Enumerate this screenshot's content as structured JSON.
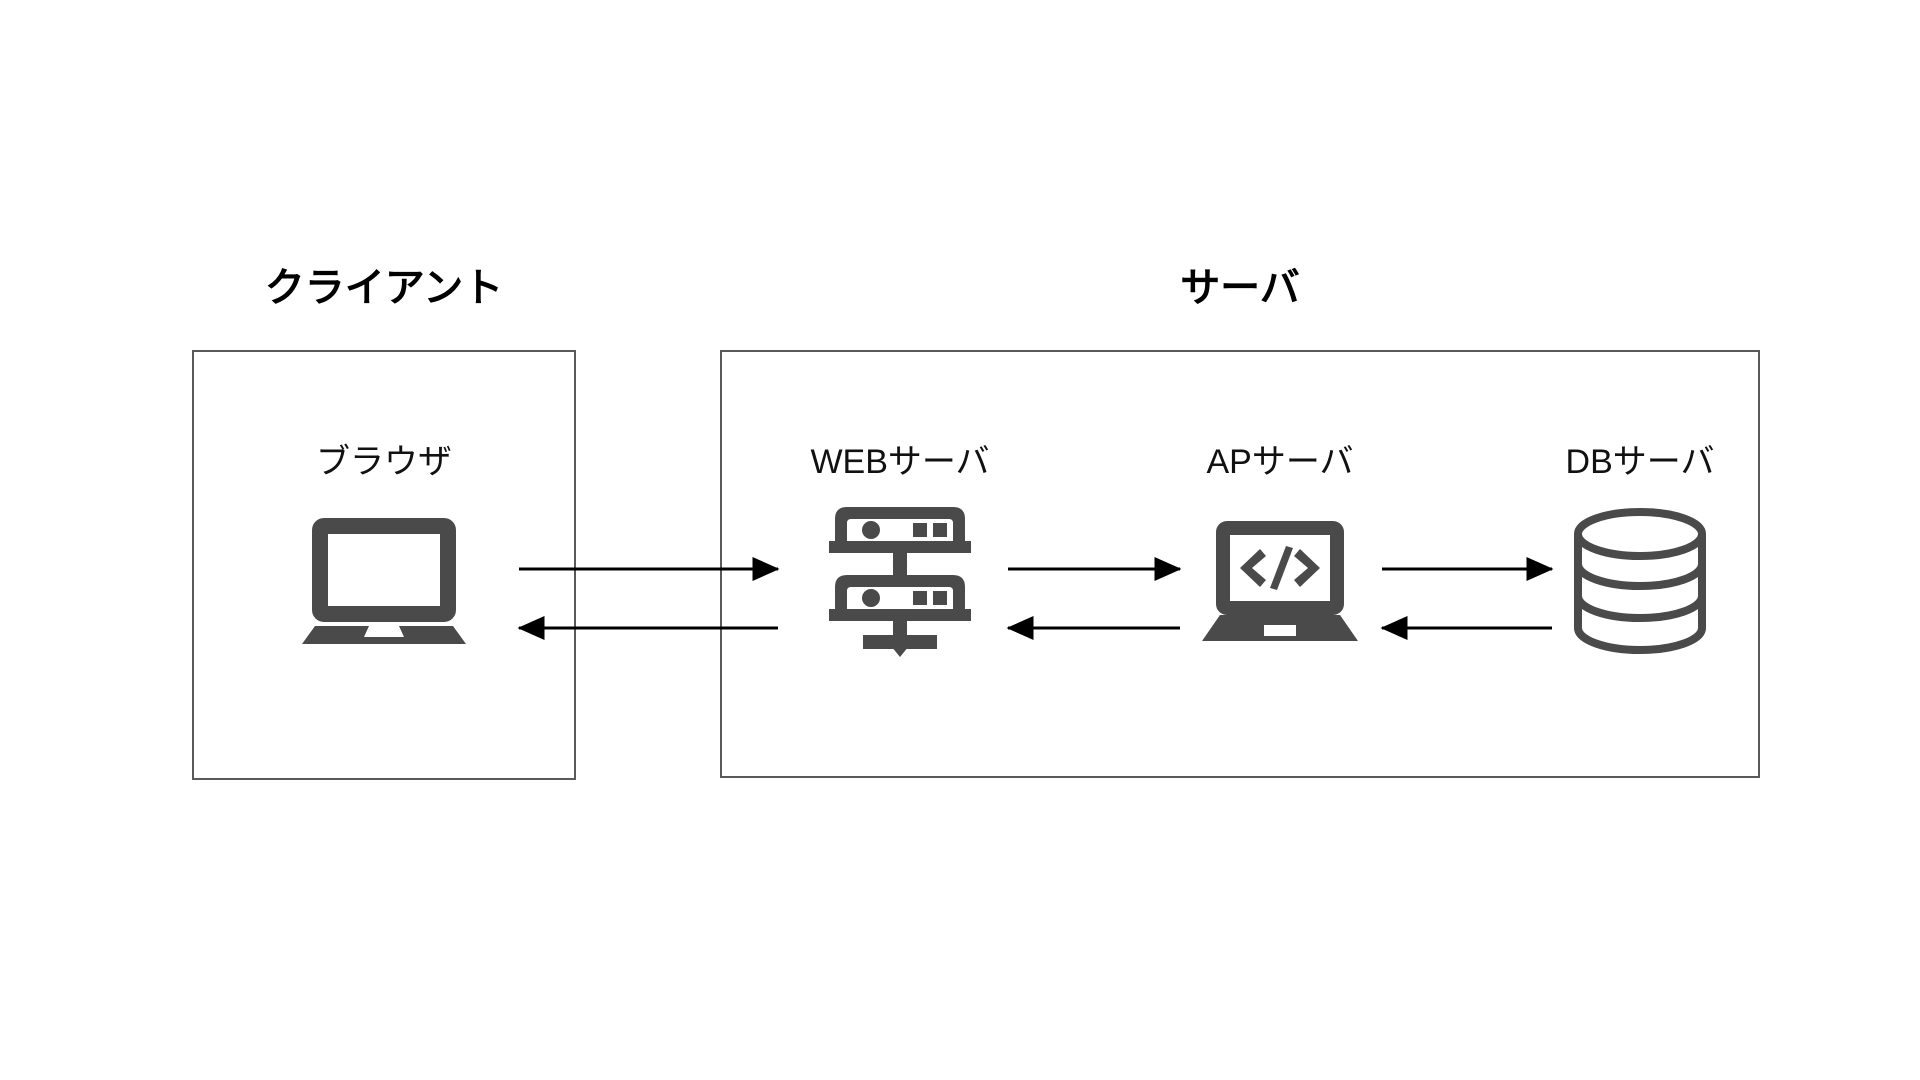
{
  "diagram": {
    "title_client": "クライアント",
    "title_server": "サーバ",
    "background_color": "#ffffff",
    "icon_color": "#4a4a4a",
    "box_border_color": "#5a5a5a",
    "arrow_color": "#000000",
    "groups": [
      {
        "id": "client",
        "label": "クライアント",
        "nodes": [
          {
            "id": "browser",
            "label": "ブラウザ",
            "icon": "laptop-icon"
          }
        ]
      },
      {
        "id": "server",
        "label": "サーバ",
        "nodes": [
          {
            "id": "web",
            "label": "WEBサーバ",
            "icon": "server-rack-icon"
          },
          {
            "id": "ap",
            "label": "APサーバ",
            "icon": "laptop-code-icon"
          },
          {
            "id": "db",
            "label": "DBサーバ",
            "icon": "database-cylinder-icon"
          }
        ]
      }
    ],
    "connections": [
      {
        "id": "browser-to-web",
        "from": "browser",
        "to": "web",
        "direction": "right"
      },
      {
        "id": "web-to-browser",
        "from": "web",
        "to": "browser",
        "direction": "left"
      },
      {
        "id": "web-to-ap",
        "from": "web",
        "to": "ap",
        "direction": "right"
      },
      {
        "id": "ap-to-web",
        "from": "ap",
        "to": "web",
        "direction": "left"
      },
      {
        "id": "ap-to-db",
        "from": "ap",
        "to": "db",
        "direction": "right"
      },
      {
        "id": "db-to-ap",
        "from": "db",
        "to": "ap",
        "direction": "left"
      }
    ]
  }
}
